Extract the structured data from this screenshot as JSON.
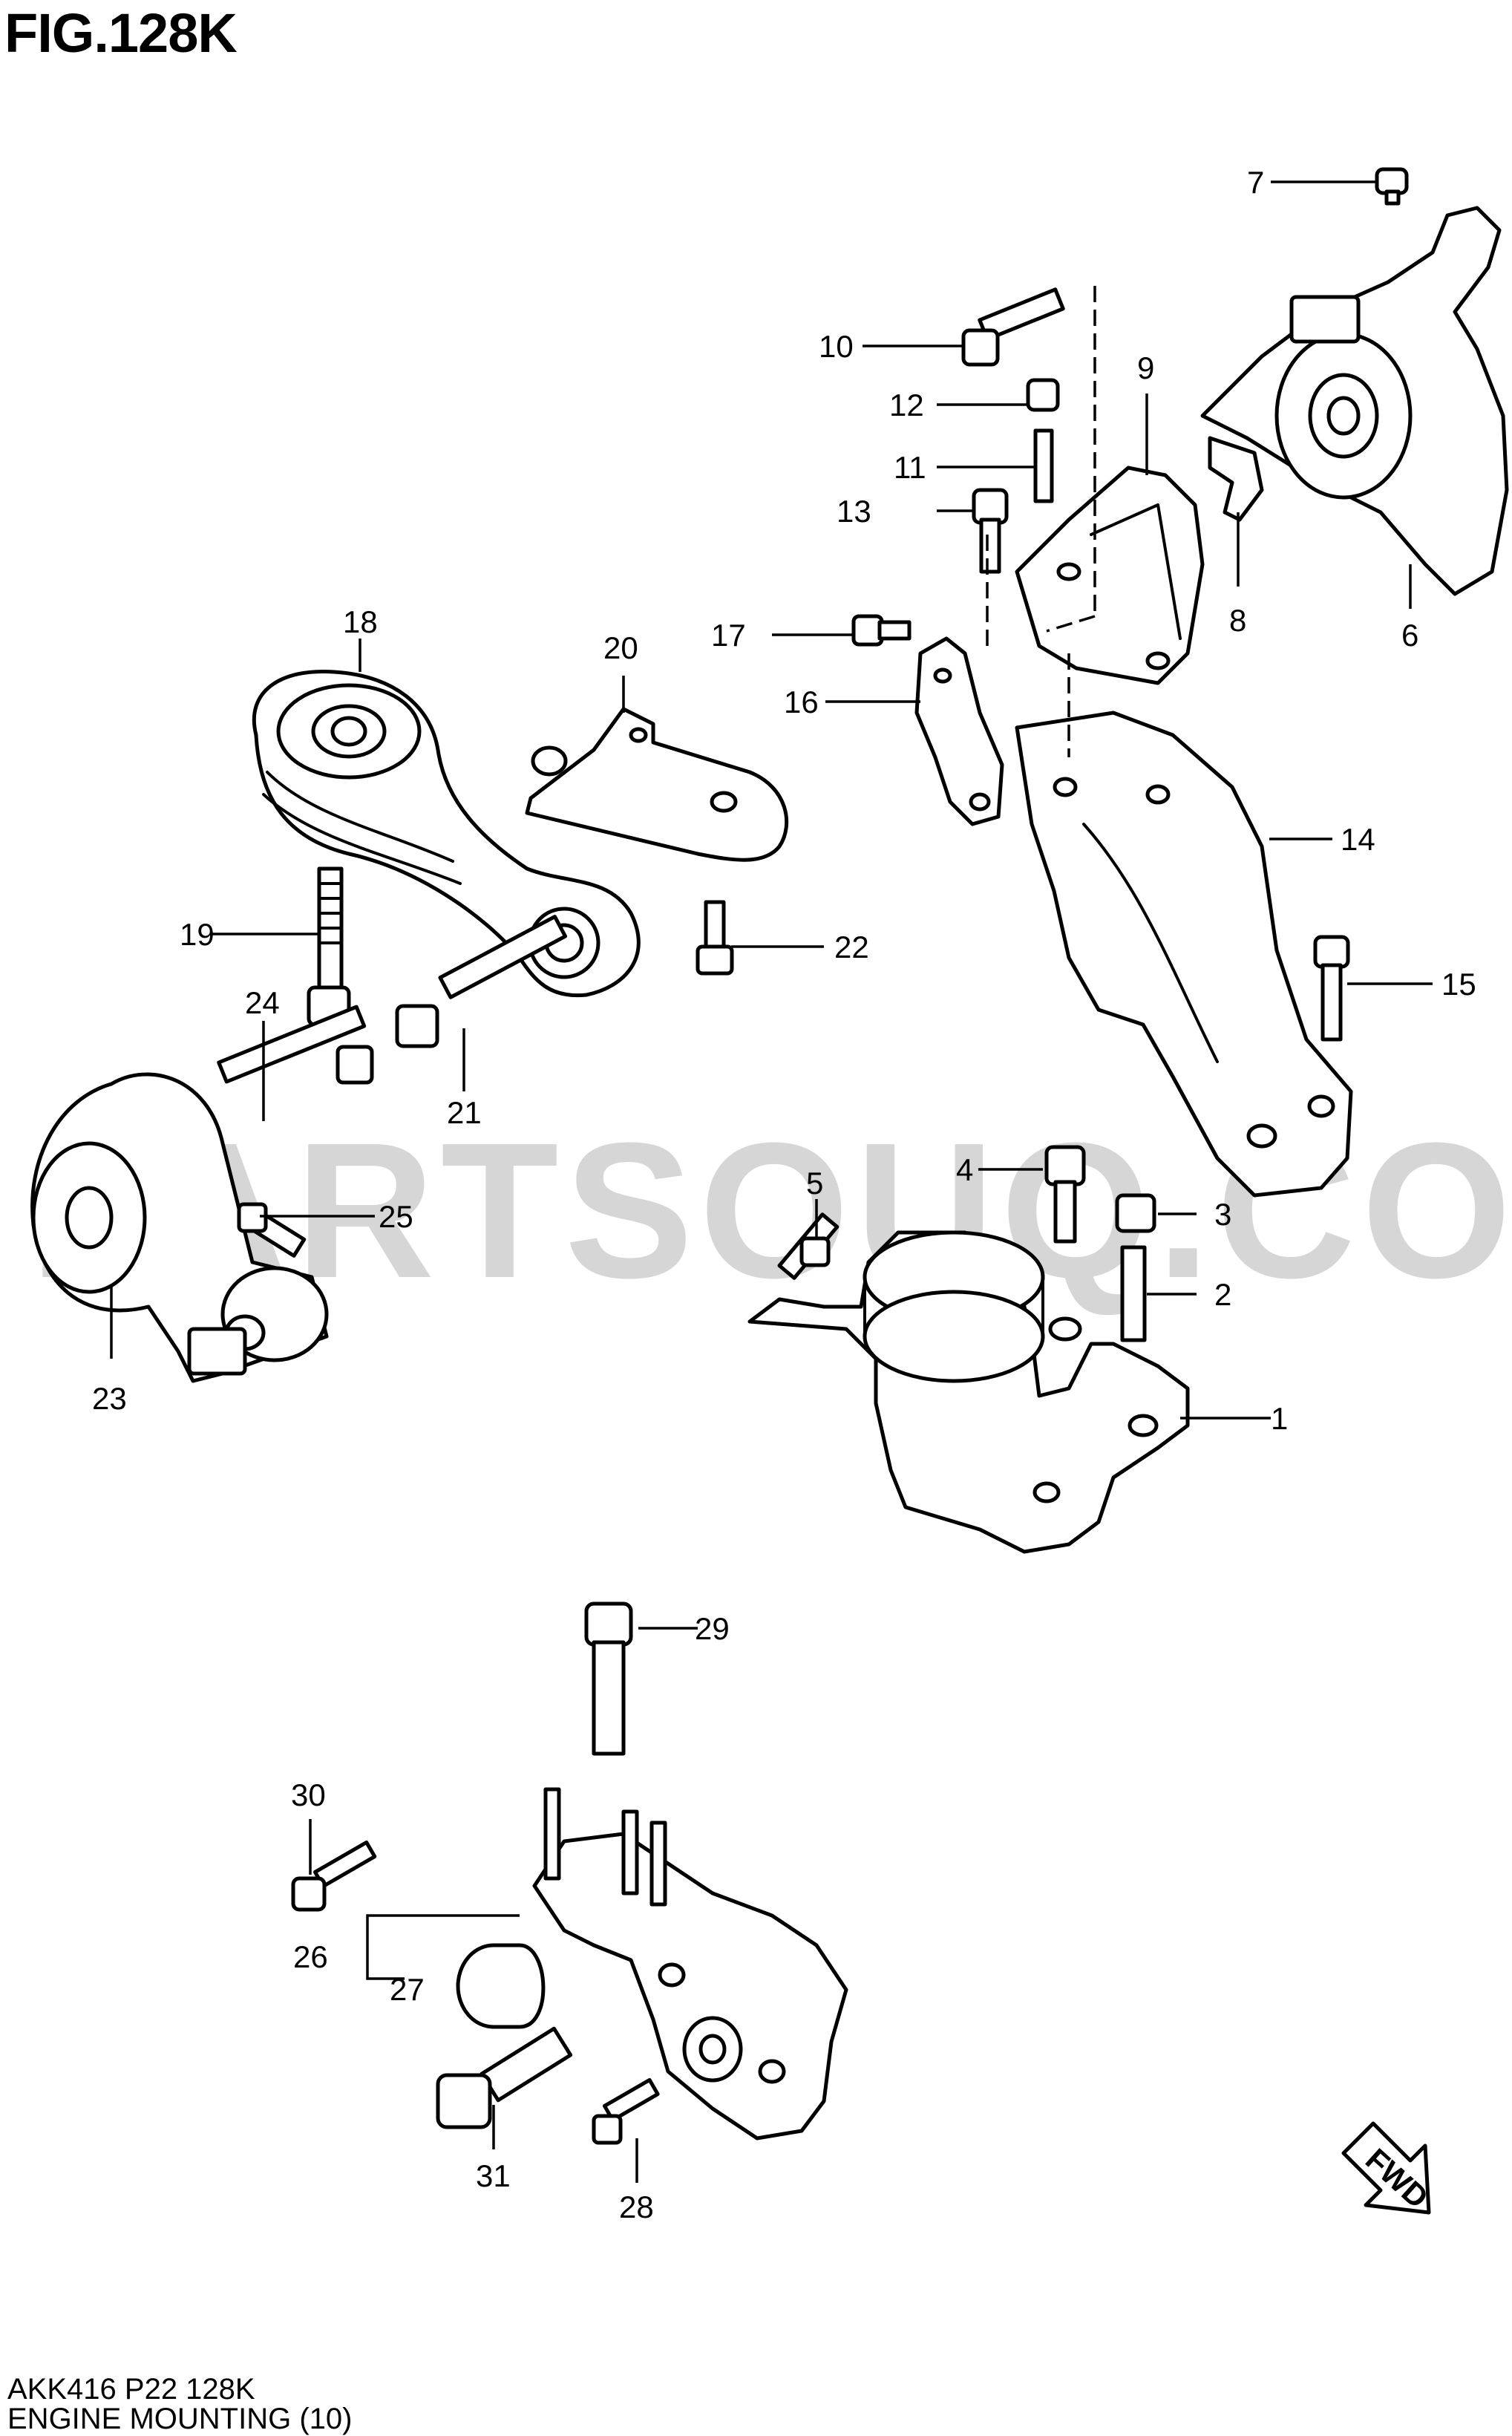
{
  "figure": {
    "title": "FIG.128K",
    "code": "AKK416 P22 128K",
    "name": "ENGINE MOUNTING (10)",
    "watermark": "PARTSOUQ.COM",
    "fwd_label": "FWD"
  },
  "callouts": [
    "1",
    "2",
    "3",
    "4",
    "5",
    "6",
    "7",
    "8",
    "9",
    "10",
    "11",
    "12",
    "13",
    "14",
    "15",
    "16",
    "17",
    "18",
    "19",
    "20",
    "21",
    "22",
    "23",
    "24",
    "25",
    "26",
    "27",
    "28",
    "29",
    "30",
    "31"
  ],
  "colors": {
    "line": "#000000",
    "watermark": "#d6d6d6",
    "background": "#ffffff"
  }
}
